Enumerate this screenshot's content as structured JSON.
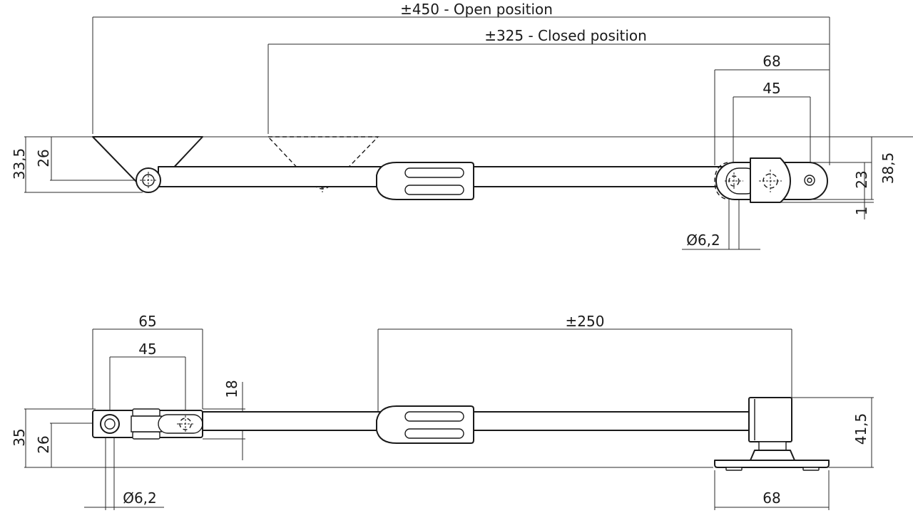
{
  "top_view": {
    "open_length": "±450 - Open position",
    "closed_length": "±325 - Closed position",
    "bracket_width": "68",
    "hole_spacing": "45",
    "height_outer": "33,5",
    "height_inner": "26",
    "right_height": "38,5",
    "right_inner": "23",
    "offset": "1",
    "hole_diameter": "Ø6,2"
  },
  "bottom_view": {
    "plate_width": "65",
    "hole_spacing": "45",
    "thickness": "18",
    "rod_length": "±250",
    "height_outer": "35",
    "height_inner": "26",
    "right_height": "41,5",
    "base_width": "68",
    "hole_diameter": "Ø6,2"
  }
}
